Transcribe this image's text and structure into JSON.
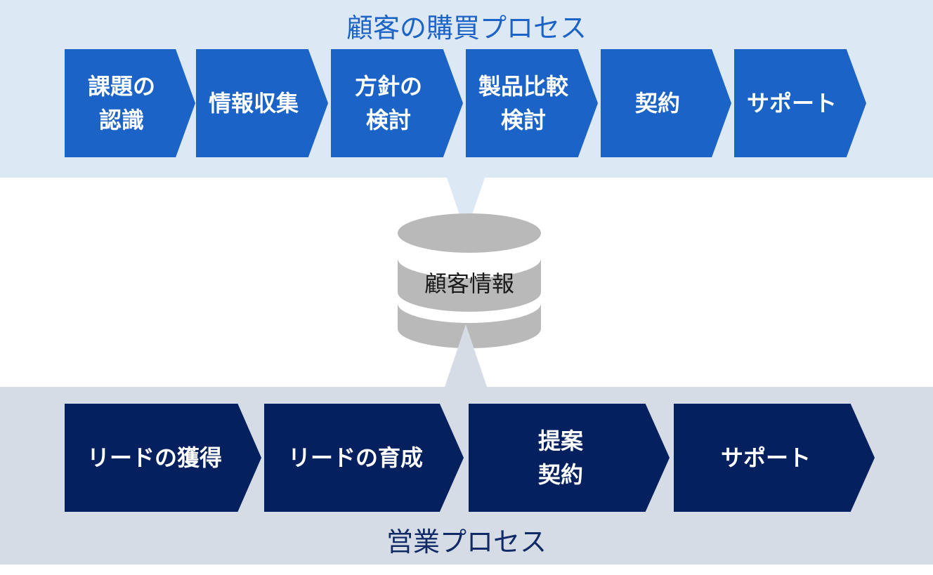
{
  "customer_process": {
    "title": "顧客の購買プロセス",
    "steps": [
      {
        "label": "課題の\n認識"
      },
      {
        "label": "情報収集"
      },
      {
        "label": "方針の\n検討"
      },
      {
        "label": "製品比較\n検討"
      },
      {
        "label": "契約"
      },
      {
        "label": "サポート"
      }
    ]
  },
  "database": {
    "label": "顧客情報"
  },
  "sales_process": {
    "title": "営業プロセス",
    "steps": [
      {
        "label": "リードの獲得"
      },
      {
        "label": "リードの育成"
      },
      {
        "label": "提案\n契約"
      },
      {
        "label": "サポート"
      }
    ]
  },
  "colors": {
    "customer_band": "#dde8f5",
    "customer_step": "#1c63c7",
    "sales_band": "#d6dce6",
    "sales_step": "#04205f",
    "database": "#b9b9b9"
  }
}
